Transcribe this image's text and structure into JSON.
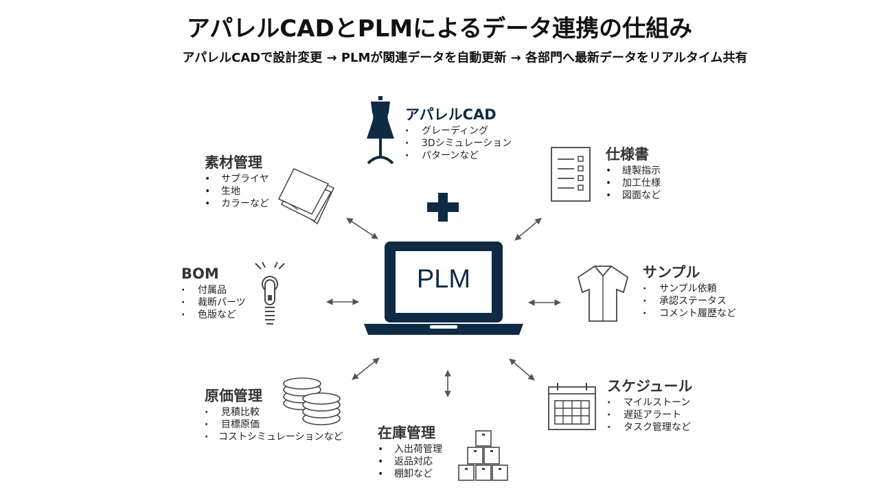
{
  "title": "アパレルCADとPLMによるデータ連携の仕組み",
  "subtitle": "アパレルCADで設計変更 → PLMが関連データを自動更新 → 各部門へ最新データをリアルタイム共有",
  "center": {
    "label": "PLM"
  },
  "nodes": {
    "cad": {
      "heading": "アパレルCAD",
      "items": [
        "グレーディング",
        "3Dシミュレーション",
        "パターンなど"
      ]
    },
    "material": {
      "heading": "素材管理",
      "items": [
        "サプライヤ",
        "生地",
        "カラーなど"
      ]
    },
    "spec": {
      "heading": "仕様書",
      "items": [
        "縫製指示",
        "加工仕様",
        "図面など"
      ]
    },
    "bom": {
      "heading": "BOM",
      "items": [
        "付属品",
        "裁断パーツ",
        "色版など"
      ]
    },
    "sample": {
      "heading": "サンプル",
      "items": [
        "サンプル依頼",
        "承認ステータス",
        "コメント履歴など"
      ]
    },
    "cost": {
      "heading": "原価管理",
      "items": [
        "見積比較",
        "目標原価",
        "コストシミュレーションなど"
      ]
    },
    "inventory": {
      "heading": "在庫管理",
      "items": [
        "入出荷管理",
        "返品対応",
        "棚卸など"
      ]
    },
    "schedule": {
      "heading": "スケジュール",
      "items": [
        "マイルストーン",
        "遅延アラート",
        "タスク管理など"
      ]
    }
  },
  "icons": [
    "dress-form-icon",
    "fabric-sheets-icon",
    "spec-sheet-icon",
    "zipper-icon",
    "shirt-icon",
    "coins-icon",
    "boxes-icon",
    "calendar-icon",
    "plus-icon",
    "laptop-icon"
  ],
  "colors": {
    "navy": "#0f2a44",
    "icon_gray": "#444444",
    "arrow": "#555555"
  }
}
